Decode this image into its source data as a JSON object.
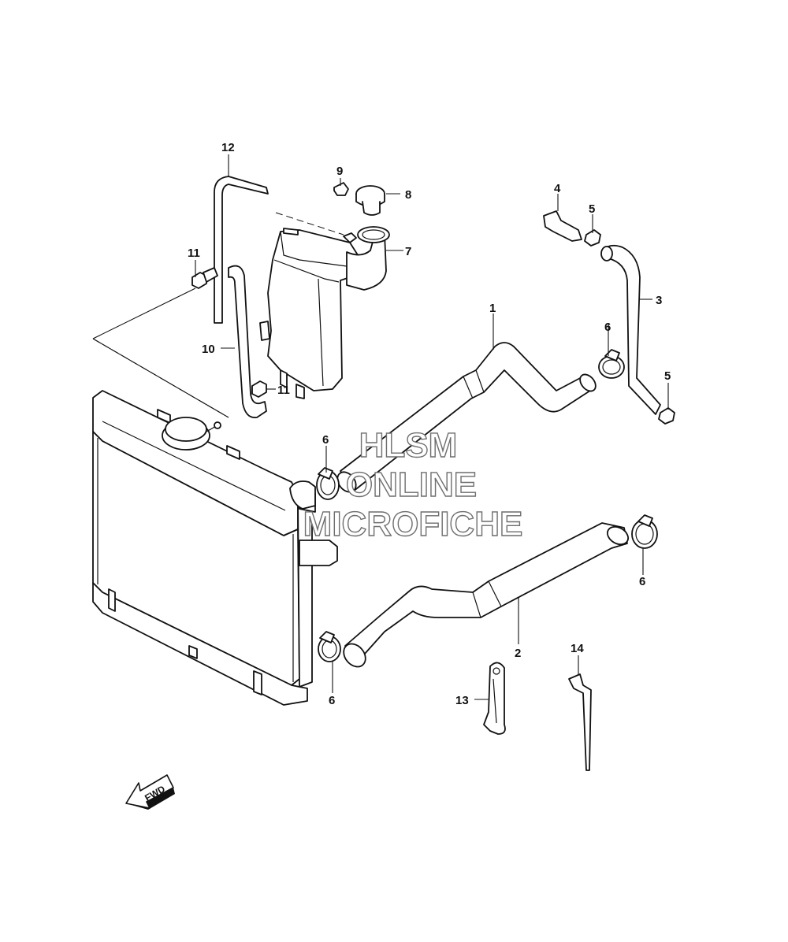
{
  "callouts": {
    "c1": "1",
    "c2": "2",
    "c3": "3",
    "c4": "4",
    "c5a": "5",
    "c5b": "5",
    "c6a": "6",
    "c6b": "6",
    "c6c": "6",
    "c6d": "6",
    "c7": "7",
    "c8": "8",
    "c9": "9",
    "c10": "10",
    "c11a": "11",
    "c11b": "11",
    "c12": "12",
    "c13": "13",
    "c14": "14"
  },
  "watermark": {
    "line1": "HLSM",
    "line2": "ONLINE",
    "line3": "MICROFICHE"
  },
  "direction_marker": {
    "label": "FWD",
    "icon": "arrow-left-icon"
  }
}
